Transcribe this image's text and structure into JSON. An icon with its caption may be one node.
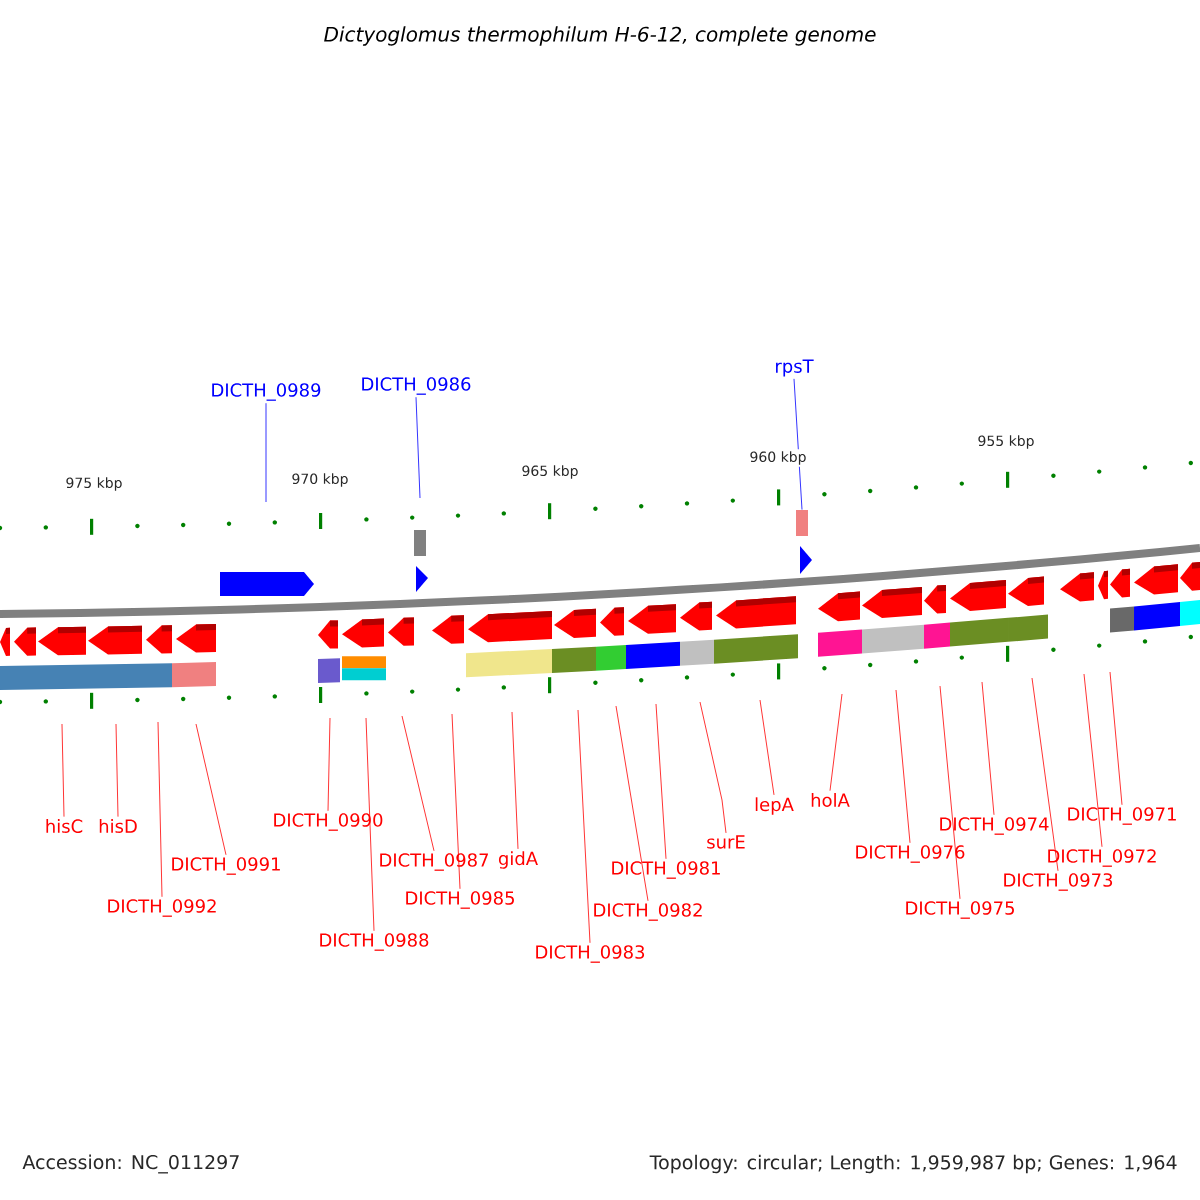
{
  "diagram": {
    "title": "Dictyoglomus thermophilum H-6-12, complete genome",
    "nodes": [
      {
        "text": [
          "DICTH_0989"
        ]
      },
      {
        "text": [
          "DICTH_0986"
        ]
      },
      {
        "text": [
          "rpsT"
        ]
      },
      {
        "text": [
          "hisC"
        ]
      },
      {
        "text": [
          "hisD"
        ]
      },
      {
        "text": [
          "DICTH_0991"
        ]
      },
      {
        "text": [
          "DICTH_0992"
        ]
      },
      {
        "text": [
          "DICTH_0990"
        ]
      },
      {
        "text": [
          "DICTH_0987"
        ]
      },
      {
        "text": [
          "DICTH_0988"
        ]
      },
      {
        "text": [
          "DICTH_0985"
        ]
      },
      {
        "text": [
          "gidA"
        ]
      },
      {
        "text": [
          "DICTH_0983"
        ]
      },
      {
        "text": [
          "DICTH_0982"
        ]
      },
      {
        "text": [
          "DICTH_0981"
        ]
      },
      {
        "text": [
          "surE"
        ]
      },
      {
        "text": [
          "lepA"
        ]
      },
      {
        "text": [
          "holA"
        ]
      },
      {
        "text": [
          "DICTH_0976"
        ]
      },
      {
        "text": [
          "DICTH_0975"
        ]
      },
      {
        "text": [
          "DICTH_0974"
        ]
      },
      {
        "text": [
          "DICTH_0973"
        ]
      },
      {
        "text": [
          "DICTH_0972"
        ]
      },
      {
        "text": [
          "DICTH_0971"
        ]
      },
      {
        "text": [],
        "shape": "box"
      }
    ],
    "edges": [
      {
        "from": 0,
        "to": null,
        "arrow": "none",
        "color": "#0000ff"
      },
      {
        "from": 1,
        "to": null,
        "arrow": "none",
        "color": "#0000ff"
      },
      {
        "from": 2,
        "to": 24,
        "arrow": "none",
        "color": "#0000ff"
      },
      {
        "from": 3,
        "to": null,
        "arrow": "none"
      },
      {
        "from": 4,
        "to": null,
        "arrow": "none"
      },
      {
        "from": 5,
        "to": null,
        "arrow": "none"
      },
      {
        "from": 6,
        "to": null,
        "arrow": "none"
      },
      {
        "from": 7,
        "to": null,
        "arrow": "none"
      },
      {
        "from": 8,
        "to": null,
        "arrow": "none"
      },
      {
        "from": 9,
        "to": null,
        "arrow": "none"
      },
      {
        "from": 10,
        "to": null,
        "arrow": "none"
      },
      {
        "from": 11,
        "to": null,
        "arrow": "none"
      },
      {
        "from": 12,
        "to": null,
        "arrow": "none"
      },
      {
        "from": 13,
        "to": null,
        "arrow": "none"
      },
      {
        "from": 14,
        "to": null,
        "arrow": "none"
      },
      {
        "from": 15,
        "to": null,
        "arrow": "none"
      },
      {
        "from": 16,
        "to": null,
        "arrow": "none"
      },
      {
        "from": 17,
        "to": null,
        "arrow": "none"
      },
      {
        "from": 18,
        "to": null,
        "arrow": "none"
      },
      {
        "from": 19,
        "to": null,
        "arrow": "none"
      },
      {
        "from": 20,
        "to": null,
        "arrow": "none"
      },
      {
        "from": 21,
        "to": null,
        "arrow": "none"
      },
      {
        "from": 22,
        "to": null,
        "arrow": "none"
      },
      {
        "from": 23,
        "to": null,
        "arrow": "none"
      }
    ],
    "labels": [
      "975 kbp",
      "970 kbp",
      "965 kbp",
      "960 kbp",
      "955 kbp",
      "Accession: NC_011297",
      "Topology: circular; Length: 1,959,987 bp; Genes: 1,964"
    ]
  }
}
